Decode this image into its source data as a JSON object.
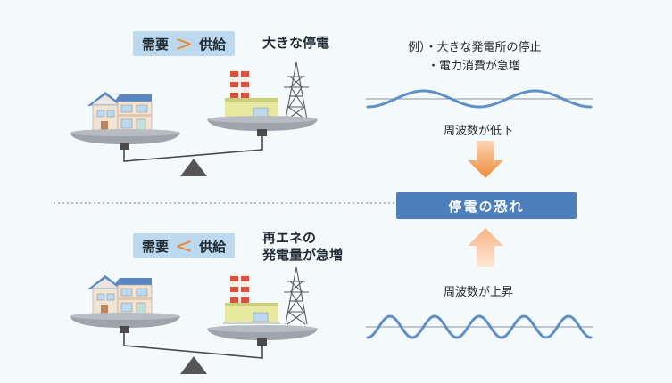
{
  "top": {
    "badge": {
      "left": "需要",
      "op": ">",
      "right": "供給"
    },
    "caption": "大きな停電",
    "notes": [
      "例）・大きな発電所の停止",
      "・電力消費が急増"
    ],
    "wave_label": "周波数が低下"
  },
  "bottom": {
    "badge": {
      "left": "需要",
      "op": "<",
      "right": "供給"
    },
    "caption_lines": [
      "再エネの",
      "発電量が急増"
    ],
    "wave_label": "周波数が上昇"
  },
  "center": {
    "risk_label": "停電の恐れ"
  },
  "colors": {
    "badge_bg": "#bcd9ef",
    "operator": "#ec8a2d",
    "wave": "#5d8fc9",
    "risk_box": "#4d7fbd",
    "arrow_top": "#ef8a3c",
    "arrow_bottom": "#f9c59b"
  }
}
